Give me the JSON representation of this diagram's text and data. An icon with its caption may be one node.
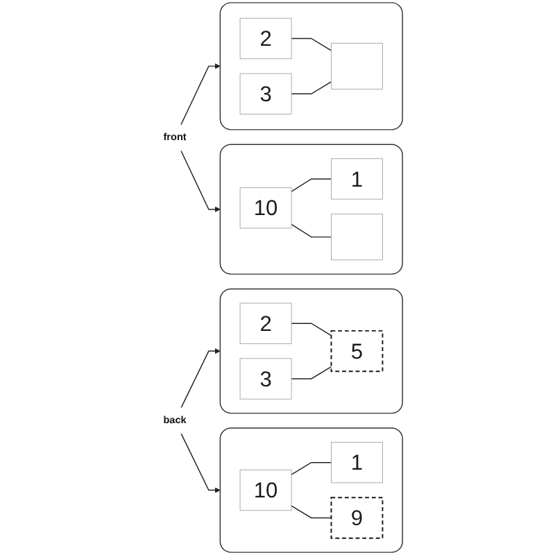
{
  "diagram": {
    "nodes": [
      {
        "text": [
          "front"
        ]
      },
      {
        "text": [],
        "shape": "box"
      },
      {
        "text": [
          "2"
        ],
        "in": 1
      },
      {
        "text": [
          "3"
        ],
        "in": 1
      },
      {
        "text": [],
        "shape": "box",
        "in": 1
      },
      {
        "text": [],
        "shape": "box"
      },
      {
        "text": [
          "1"
        ],
        "in": 5
      },
      {
        "text": [
          "10"
        ],
        "in": 5
      },
      {
        "text": [],
        "shape": "box",
        "in": 5
      },
      {
        "text": [],
        "shape": "box"
      },
      {
        "text": [
          "2"
        ],
        "in": 9
      },
      {
        "text": [
          "3"
        ],
        "in": 9
      },
      {
        "text": [
          "5"
        ],
        "in": 9
      },
      {
        "text": [],
        "shape": "box"
      },
      {
        "text": [
          "1"
        ],
        "in": 13
      },
      {
        "text": [
          "10"
        ],
        "in": 13
      },
      {
        "text": [
          "9"
        ],
        "in": 13
      },
      {
        "text": [
          "back"
        ]
      }
    ],
    "edges": [
      {
        "from": 0,
        "to": 1,
        "arrow": "to"
      },
      {
        "from": 0,
        "to": 5,
        "arrow": "to"
      },
      {
        "from": 2,
        "to": 4,
        "arrow": "none"
      },
      {
        "from": 3,
        "to": 4,
        "arrow": "none"
      },
      {
        "from": 7,
        "to": 6,
        "arrow": "none"
      },
      {
        "from": 7,
        "to": 8,
        "arrow": "none"
      },
      {
        "from": 10,
        "to": 12,
        "arrow": "none"
      },
      {
        "from": 11,
        "to": 12,
        "arrow": "none"
      },
      {
        "from": 15,
        "to": 14,
        "arrow": "none"
      },
      {
        "from": 15,
        "to": 16,
        "arrow": "none"
      },
      {
        "from": 17,
        "to": 9,
        "arrow": "to"
      },
      {
        "from": 17,
        "to": 13,
        "arrow": "to"
      }
    ]
  }
}
